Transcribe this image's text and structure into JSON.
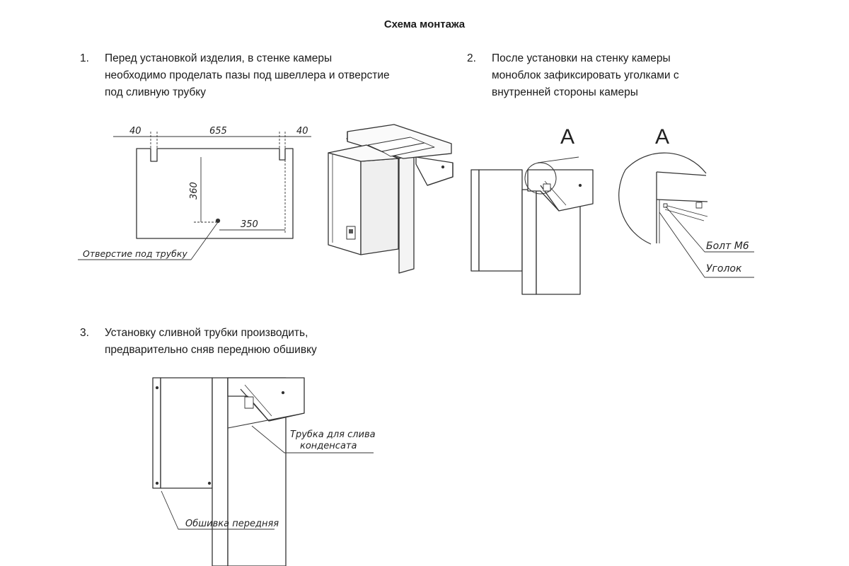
{
  "title": "Схема монтажа",
  "steps": [
    {
      "number": "1.",
      "lines": [
        "Перед установкой изделия, в стенке камеры",
        "необходимо проделать пазы под швеллера и отверстие",
        "под сливную трубку"
      ]
    },
    {
      "number": "2.",
      "lines": [
        "После установки на стенку камеры",
        "моноблок зафиксировать уголками с",
        "внутренней стороны камеры"
      ]
    },
    {
      "number": "3.",
      "lines": [
        "Установку сливной трубки производить,",
        "предварительно сняв переднюю обшивку"
      ]
    }
  ],
  "drawing1": {
    "dim_left": "40",
    "dim_width": "655",
    "dim_right": "40",
    "dim_height": "360",
    "dim_offset": "350",
    "hole_label": "Отверстие под трубку"
  },
  "drawing2": {
    "view_label": "А",
    "detail_label": "А",
    "bolt_label": "Болт М6",
    "bracket_label": "Уголок"
  },
  "drawing3": {
    "pipe_label_line1": "Трубка для слива",
    "pipe_label_line2": "конденсата",
    "panel_label": "Обшивка передняя"
  }
}
